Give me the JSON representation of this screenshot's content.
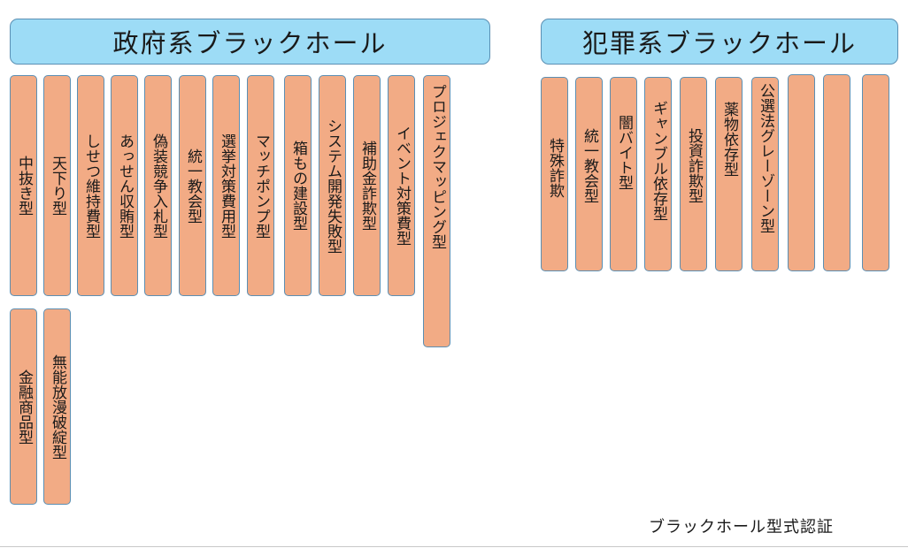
{
  "government": {
    "title": "政府系ブラックホール",
    "row1": [
      "中抜き型",
      "天下り型",
      "しせつ維持費型",
      "あっせん収賄型",
      "偽装競争入札型",
      "統一教会型",
      "選挙対策費用型",
      "マッチポンプ型",
      "箱もの建設型",
      "システム開発失敗型",
      "補助金詐欺型",
      "イベント対策費型",
      "プロジェクマッピング型"
    ],
    "row2": [
      "金融商品型",
      "無能放漫破綻型"
    ]
  },
  "crime": {
    "title": "犯罪系ブラックホール",
    "items": [
      "特殊詐欺",
      "統一教会型",
      "闇バイト型",
      "ギャンブル依存型",
      "投資詐欺型",
      "薬物依存型",
      "公選法グレーゾーン型",
      "",
      "",
      ""
    ]
  },
  "caption": "ブラックホール型式認証",
  "colors": {
    "header_fill": "#9ddcf6",
    "card_fill": "#f2ab85",
    "border": "#5b8fb3"
  }
}
